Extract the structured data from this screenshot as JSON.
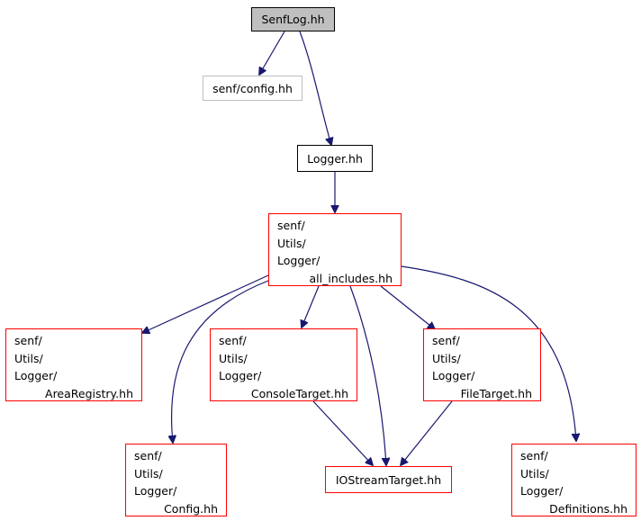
{
  "nodes": {
    "senflog": "SenfLog.hh",
    "config": "senf/config.hh",
    "logger": "Logger.hh",
    "all_includes": [
      "senf/",
      "Utils/",
      "Logger/",
      "all_includes.hh"
    ],
    "area_registry": [
      "senf/",
      "Utils/",
      "Logger/",
      "AreaRegistry.hh"
    ],
    "console_target": [
      "senf/",
      "Utils/",
      "Logger/",
      "ConsoleTarget.hh"
    ],
    "file_target": [
      "senf/",
      "Utils/",
      "Logger/",
      "FileTarget.hh"
    ],
    "logger_config": [
      "senf/",
      "Utils/",
      "Logger/",
      "Config.hh"
    ],
    "iostream_target": "IOStreamTarget.hh",
    "definitions": [
      "senf/",
      "Utils/",
      "Logger/",
      "Definitions.hh"
    ]
  },
  "colors": {
    "edge": "#191970",
    "root_fill": "#bfbfbf",
    "red_border": "#ff0000",
    "external_border": "#bfbfbf"
  }
}
